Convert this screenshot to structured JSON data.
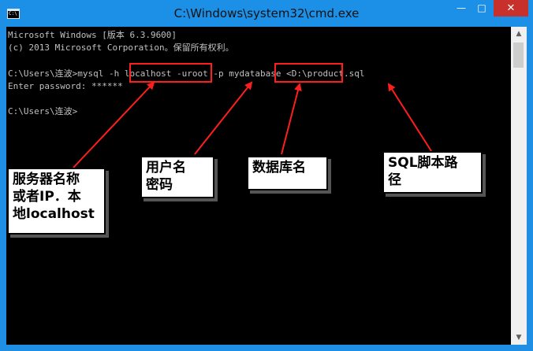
{
  "window": {
    "title": "C:\\Windows\\system32\\cmd.exe",
    "minimize_glyph": "—",
    "maximize_glyph": "□",
    "close_glyph": "✕"
  },
  "console": {
    "lines": [
      "Microsoft Windows [版本 6.3.9600]",
      "(c) 2013 Microsoft Corporation。保留所有权利。",
      "",
      "C:\\Users\\连波>mysql -h localhost -uroot -p mydatabase <D:\\product.sql",
      "Enter password: ******",
      "",
      "C:\\Users\\连波>"
    ]
  },
  "annotations": {
    "server": "服务器名称\n或者IP．本\n地localhost",
    "user_password": "用户名\n密码",
    "database": "数据库名",
    "sql_path": "SQL脚本路\n径"
  },
  "colors": {
    "titlebar": "#1c8fe6",
    "close_button": "#c7302b",
    "console_bg": "#000000",
    "console_text": "#c0c0c0",
    "highlight": "#ff1e1e"
  },
  "icons": {
    "app": "cmd-icon",
    "scroll_up": "chevron-up-icon",
    "scroll_down": "chevron-down-icon"
  }
}
